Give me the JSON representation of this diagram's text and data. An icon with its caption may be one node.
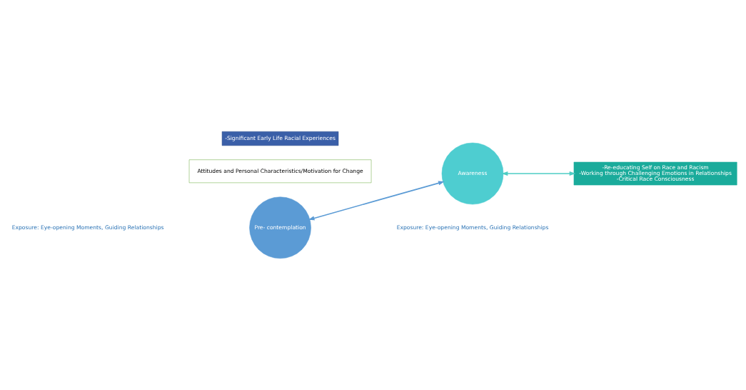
{
  "diagram": {
    "nodes": [
      {
        "text": [
          "Pre- contemplation"
        ]
      },
      {
        "text": [
          "-Significant Early Life Racial Experiences"
        ]
      },
      {
        "text": [
          "Awareness"
        ]
      },
      {
        "text": [
          "-Re-educating Self on Race and Racism",
          "-Working through Challenging Emotions in Relationships",
          "-Critical Race Consciousness"
        ]
      },
      {
        "text": [
          "Attitudes and Personal Characteristics/Motivation for Change"
        ]
      }
    ],
    "edges": [
      {
        "from": 0,
        "to": 2,
        "arrow": "both",
        "color": "#5b9bd5"
      },
      {
        "from": 2,
        "to": 3,
        "arrow": "both",
        "color": "#4ecdc4"
      }
    ],
    "labels": [
      "Exposure: Eye-opening Moments, Guiding Relationships",
      "Exposure: Eye-opening Moments, Guiding Relationships"
    ]
  }
}
